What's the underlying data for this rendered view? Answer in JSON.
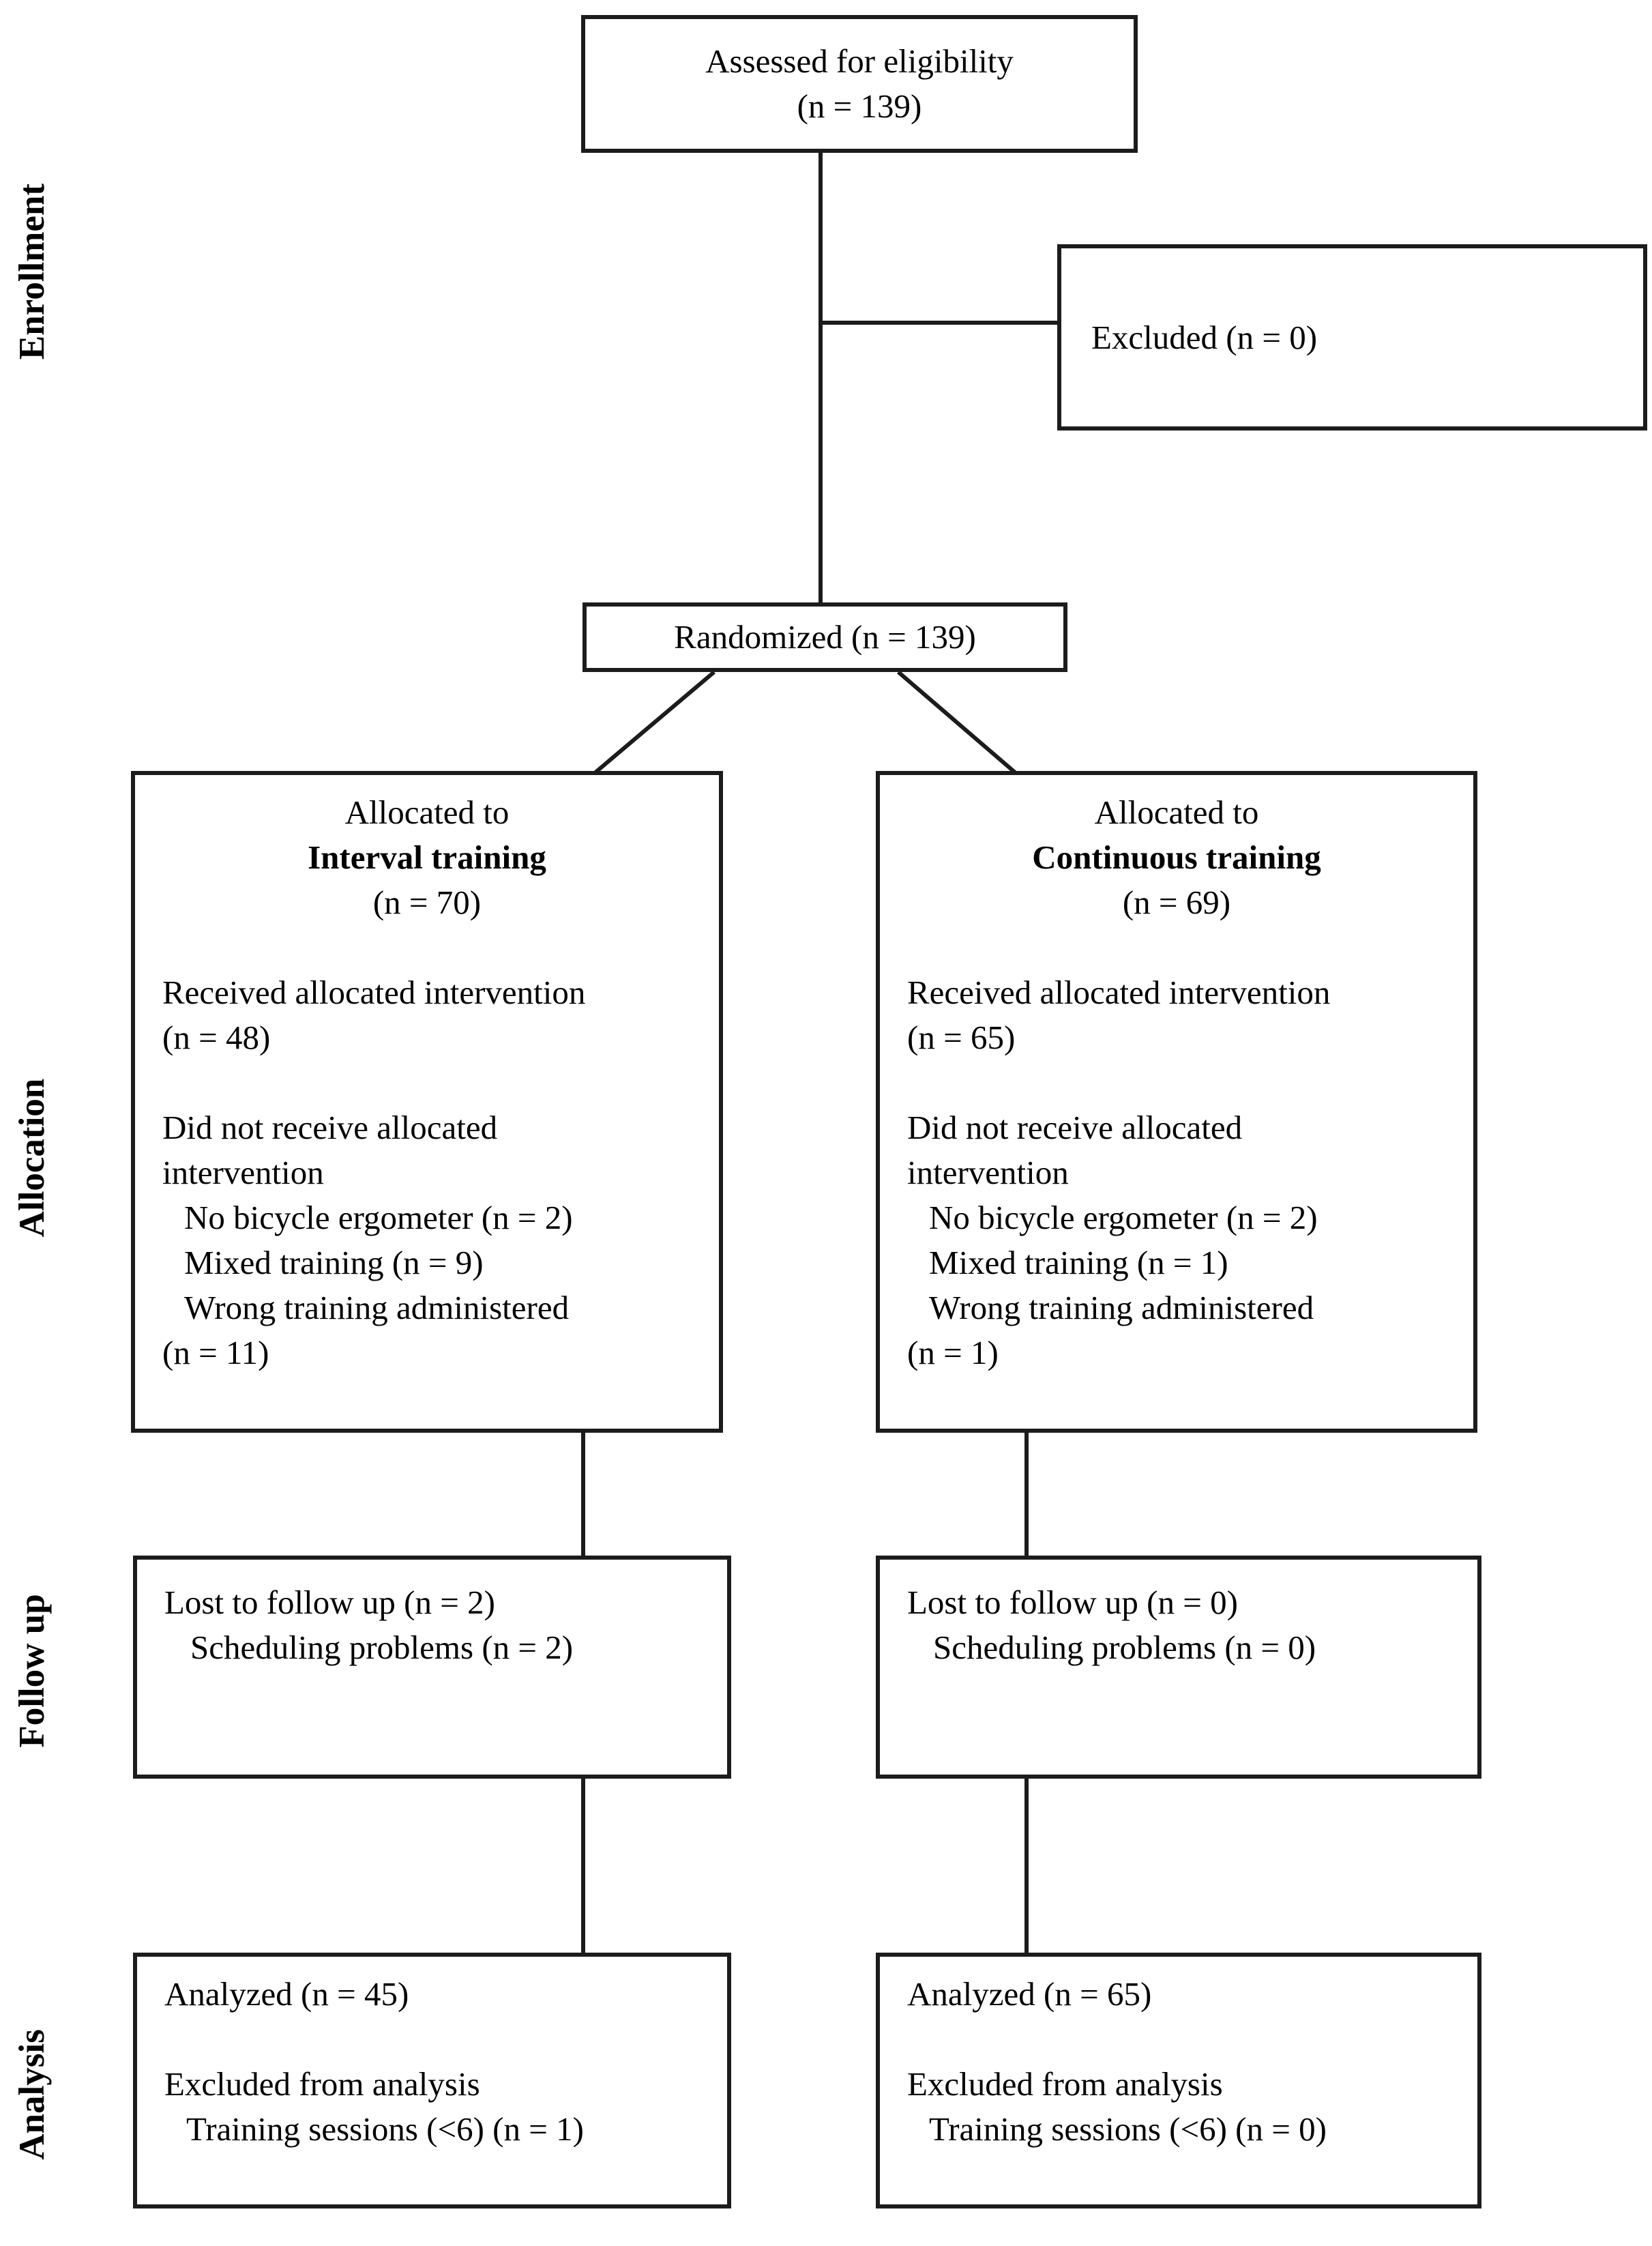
{
  "stage_labels": {
    "enrollment": "Enrollment",
    "allocation": "Allocation",
    "follow_up": "Follow up",
    "analysis": "Analysis"
  },
  "boxes": {
    "assessed": {
      "line1": "Assessed for eligibility",
      "line2": "(n = 139)"
    },
    "excluded": {
      "text": "Excluded (n = 0)"
    },
    "randomized": {
      "text": "Randomized (n = 139)"
    },
    "alloc_left": {
      "header_plain": "Allocated to",
      "header_bold": "Interval training",
      "header_n": "(n = 70)",
      "received_line1": "Received allocated intervention",
      "received_line2": "(n = 48)",
      "not_received_line1": "Did not receive allocated",
      "not_received_line2": "intervention",
      "reason1": "No bicycle ergometer (n = 2)",
      "reason2": "Mixed training (n = 9)",
      "reason3": "Wrong training administered",
      "reason3_n": "(n = 11)"
    },
    "alloc_right": {
      "header_plain": "Allocated to",
      "header_bold": "Continuous training",
      "header_n": "(n = 69)",
      "received_line1": "Received allocated intervention",
      "received_line2": "(n = 65)",
      "not_received_line1": "Did not receive allocated",
      "not_received_line2": "intervention",
      "reason1": "No bicycle ergometer (n = 2)",
      "reason2": "Mixed training (n = 1)",
      "reason3": "Wrong training administered",
      "reason3_n": "(n = 1)"
    },
    "followup_left": {
      "line1": "Lost to follow up (n = 2)",
      "line2": "Scheduling problems (n = 2)"
    },
    "followup_right": {
      "line1": "Lost to follow up (n = 0)",
      "line2": "Scheduling problems (n = 0)"
    },
    "analysis_left": {
      "line1": "Analyzed (n = 45)",
      "line2": "Excluded from analysis",
      "line3": "Training sessions (<6) (n = 1)"
    },
    "analysis_right": {
      "line1": "Analyzed (n = 65)",
      "line2": "Excluded from analysis",
      "line3": "Training sessions (<6) (n = 0)"
    }
  },
  "colors": {
    "stroke": "#1c1c1c",
    "ink": "#000000",
    "paper": "#ffffff"
  }
}
